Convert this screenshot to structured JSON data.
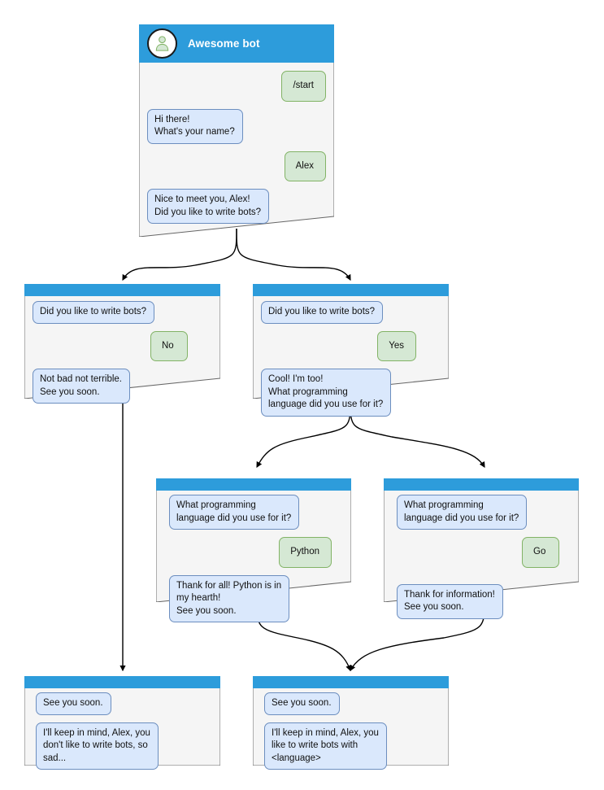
{
  "meta": {
    "diagram_title": "Awesome bot conversation flow",
    "colors": {
      "header_blue": "#2D9CDB",
      "card_body": "#F5F5F5",
      "card_border": "#666666",
      "bot_bubble_fill": "#DAE8FC",
      "bot_bubble_border": "#6C8EBF",
      "user_bubble_fill": "#D5E8D4",
      "user_bubble_border": "#82B366",
      "avatar_fill": "#D5E8D4",
      "avatar_stroke": "#82B366",
      "connector": "#000000",
      "background": "#FFFFFF"
    }
  },
  "cards": [
    {
      "id": "root",
      "header": {
        "title": "Awesome bot",
        "avatar_icon": "user-avatar-icon"
      },
      "messages": [
        {
          "from": "user",
          "text": "/start"
        },
        {
          "from": "bot",
          "text": "Hi there!\nWhat's your name?"
        },
        {
          "from": "user",
          "text": "Alex"
        },
        {
          "from": "bot",
          "text": "Nice to meet you, Alex!\nDid you like to write bots?"
        }
      ]
    },
    {
      "id": "answer-no",
      "header": {
        "title": ""
      },
      "messages": [
        {
          "from": "bot",
          "text": "Did you like to write bots?"
        },
        {
          "from": "user",
          "text": "No"
        },
        {
          "from": "bot",
          "text": "Not bad not terrible.\nSee you soon."
        }
      ]
    },
    {
      "id": "answer-yes",
      "header": {
        "title": ""
      },
      "messages": [
        {
          "from": "bot",
          "text": "Did you like to write bots?"
        },
        {
          "from": "user",
          "text": "Yes"
        },
        {
          "from": "bot",
          "text": "Cool! I'm too!\nWhat programming\nlanguage did you use for it?"
        }
      ]
    },
    {
      "id": "language-python",
      "header": {
        "title": ""
      },
      "messages": [
        {
          "from": "bot",
          "text": "What programming\nlanguage did you use for it?"
        },
        {
          "from": "user",
          "text": "Python"
        },
        {
          "from": "bot",
          "text": "Thank for all! Python is in\nmy hearth!\nSee you soon."
        }
      ]
    },
    {
      "id": "language-go",
      "header": {
        "title": ""
      },
      "messages": [
        {
          "from": "bot",
          "text": "What programming\nlanguage did you use for it?"
        },
        {
          "from": "user",
          "text": "Go"
        },
        {
          "from": "bot",
          "text": "Thank for information!\nSee you soon."
        }
      ]
    },
    {
      "id": "farewell-sad",
      "header": {
        "title": ""
      },
      "messages": [
        {
          "from": "bot",
          "text": "See you soon."
        },
        {
          "from": "bot",
          "text": "I'll keep in mind, Alex, you\ndon't like to write bots, so\nsad..."
        }
      ]
    },
    {
      "id": "farewell-happy",
      "header": {
        "title": ""
      },
      "messages": [
        {
          "from": "bot",
          "text": "See you soon."
        },
        {
          "from": "bot",
          "text": "I'll keep in mind, Alex, you\nlike to write bots with\n<language>"
        }
      ]
    }
  ]
}
